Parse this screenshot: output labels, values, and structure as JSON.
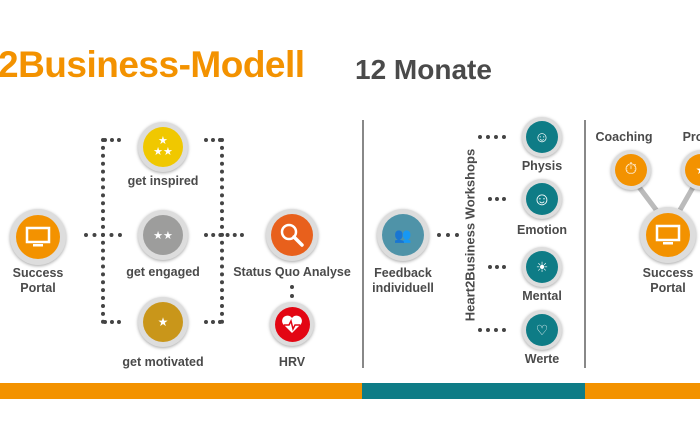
{
  "header": {
    "title": "2Business-Modell",
    "subtitle": "12 Monate"
  },
  "phase1": {
    "success_portal": {
      "line1": "Success",
      "line2": "Portal",
      "icon": "monitor-icon"
    },
    "levels": [
      {
        "label": "get inspired",
        "icon": "three-stars-icon"
      },
      {
        "label": "get engaged",
        "icon": "two-stars-icon"
      },
      {
        "label": "get motivated",
        "icon": "one-star-icon"
      }
    ],
    "status_quo": {
      "label": "Status Quo Analyse",
      "icon": "magnifier-icon"
    },
    "hrv": {
      "label": "HRV",
      "icon": "heart-pulse-icon"
    }
  },
  "phase2": {
    "feedback": {
      "line1": "Feedback",
      "line2": "individuell",
      "icon": "people-chat-icon"
    },
    "workshops_label": "Heart2Business Workshops",
    "workshops": [
      {
        "label": "Physis",
        "icon": "person-icon"
      },
      {
        "label": "Emotion",
        "icon": "smiley-icon"
      },
      {
        "label": "Mental",
        "icon": "mind-icon"
      },
      {
        "label": "Werte",
        "icon": "hands-icon"
      }
    ]
  },
  "phase3": {
    "coaching": {
      "label": "Coaching",
      "icon": "stopwatch-icon"
    },
    "partial": {
      "label": "Pro",
      "icon": "star-icon"
    },
    "success_portal": {
      "line1": "Success",
      "line2": "Portal",
      "icon": "monitor-icon"
    }
  },
  "colors": {
    "orange": "#f39200",
    "teal": "#0e7c86",
    "yellow": "#f0c800",
    "gray": "#9d9d9c",
    "gold": "#c9961a",
    "orange_red": "#e8601c",
    "red": "#e30613",
    "blue": "#4f93a8"
  }
}
